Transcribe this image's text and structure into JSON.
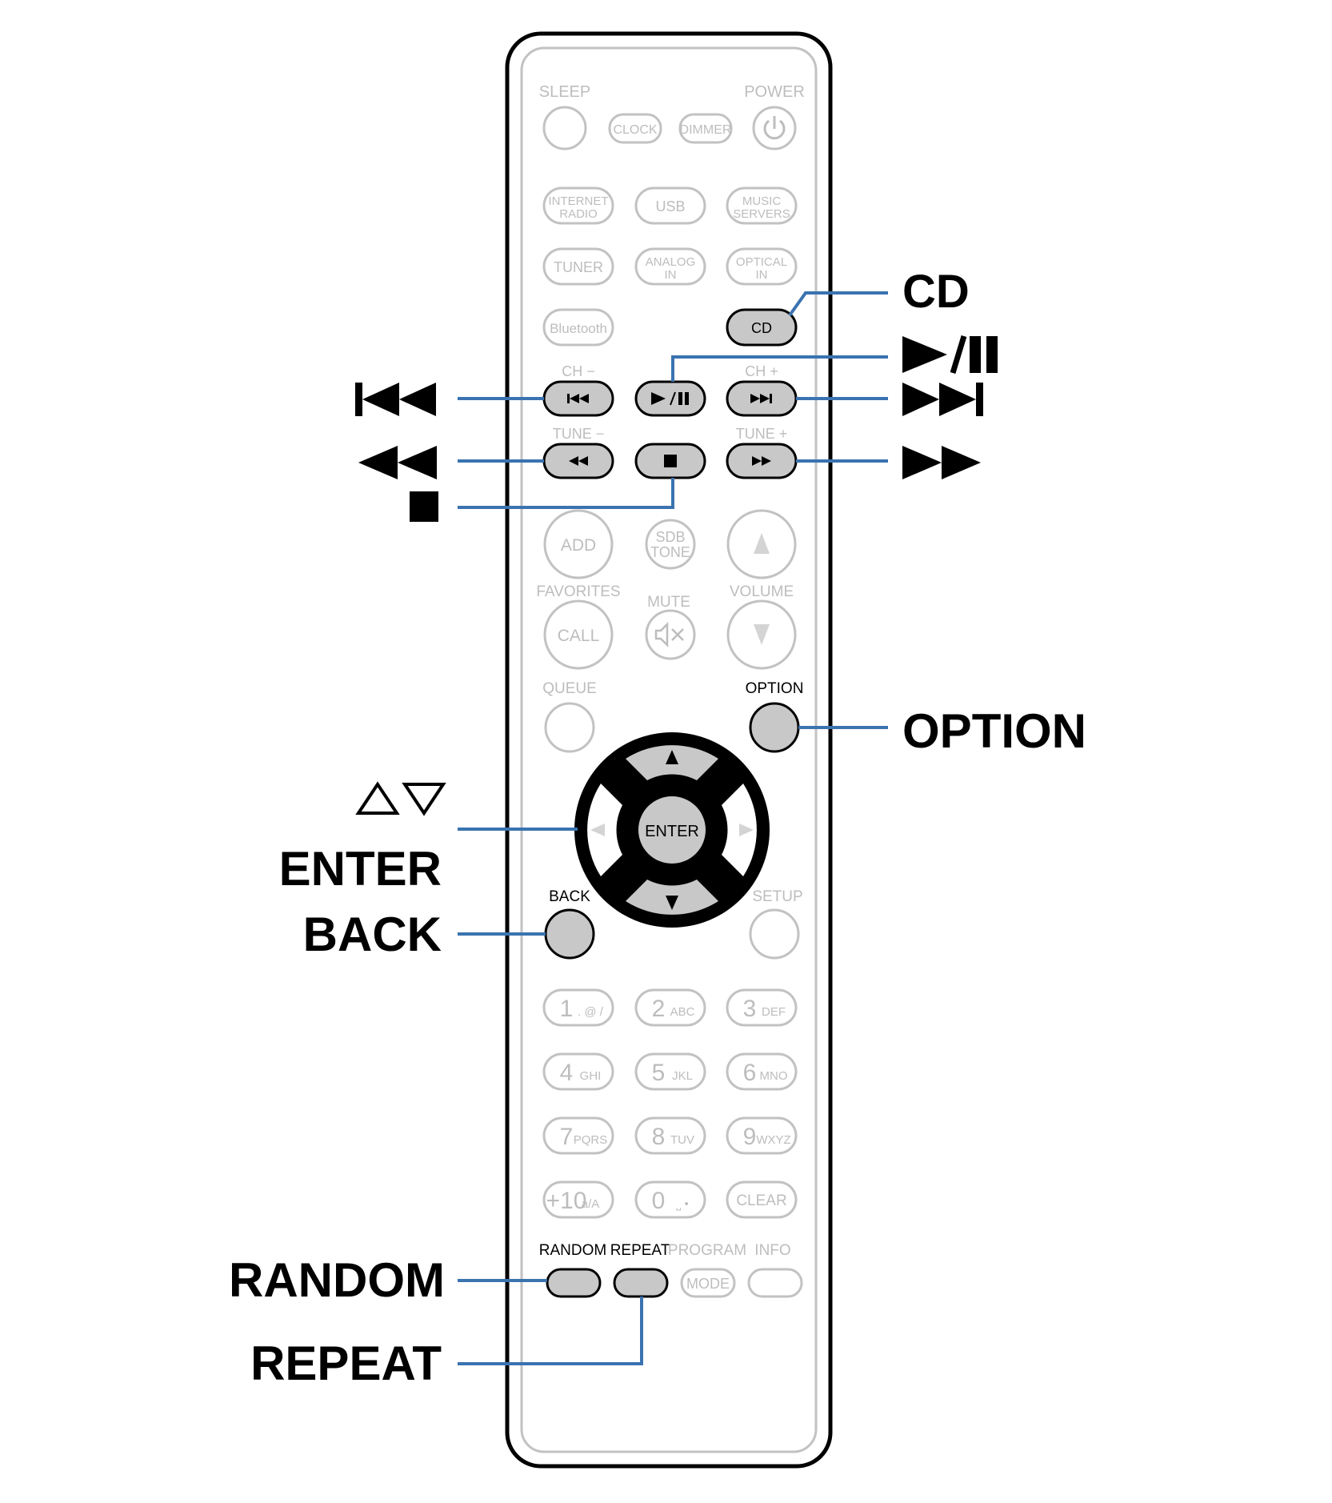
{
  "callouts": {
    "cd": "CD",
    "play_pause": "►/❚❚",
    "prev": "⏮",
    "next": "⏭",
    "rewind": "◄◄",
    "fast_forward": "►►",
    "stop": "■",
    "option": "OPTION",
    "cursor": "△▽",
    "enter": "ENTER",
    "back": "BACK",
    "random": "RANDOM",
    "repeat": "REPEAT"
  },
  "remote": {
    "sleep": "SLEEP",
    "power": "POWER",
    "clock": "CLOCK",
    "dimmer": "DIMMER",
    "internet_radio_1": "INTERNET",
    "internet_radio_2": "RADIO",
    "usb": "USB",
    "music_servers_1": "MUSIC",
    "music_servers_2": "SERVERS",
    "tuner": "TUNER",
    "analog_in_1": "ANALOG",
    "analog_in_2": "IN",
    "optical_in_1": "OPTICAL",
    "optical_in_2": "IN",
    "bluetooth": "Bluetooth",
    "cd": "CD",
    "ch_minus": "CH −",
    "ch_plus": "CH +",
    "tune_minus": "TUNE −",
    "tune_plus": "TUNE +",
    "add": "ADD",
    "sdb_tone_1": "SDB",
    "sdb_tone_2": "TONE",
    "favorites": "FAVORITES",
    "mute": "MUTE",
    "volume": "VOLUME",
    "call": "CALL",
    "queue": "QUEUE",
    "option": "OPTION",
    "enter": "ENTER",
    "back": "BACK",
    "setup": "SETUP",
    "keys": [
      {
        "num": "1",
        "sub": ". @ /"
      },
      {
        "num": "2",
        "sub": "ABC"
      },
      {
        "num": "3",
        "sub": "DEF"
      },
      {
        "num": "4",
        "sub": "GHI"
      },
      {
        "num": "5",
        "sub": "JKL"
      },
      {
        "num": "6",
        "sub": "MNO"
      },
      {
        "num": "7",
        "sub": "PQRS"
      },
      {
        "num": "8",
        "sub": "TUV"
      },
      {
        "num": "9",
        "sub": "WXYZ"
      },
      {
        "num": "+10",
        "sub": "a/A"
      },
      {
        "num": "0",
        "sub": "⎵ •"
      },
      {
        "num": "CLEAR",
        "sub": ""
      }
    ],
    "random": "RANDOM",
    "repeat": "REPEAT",
    "program": "PROGRAM",
    "mode": "MODE",
    "info": "INFO"
  },
  "colors": {
    "leader_line": "#3a73b0",
    "highlight_fill": "#c8c8c8",
    "inactive": "#c2c2c2"
  }
}
